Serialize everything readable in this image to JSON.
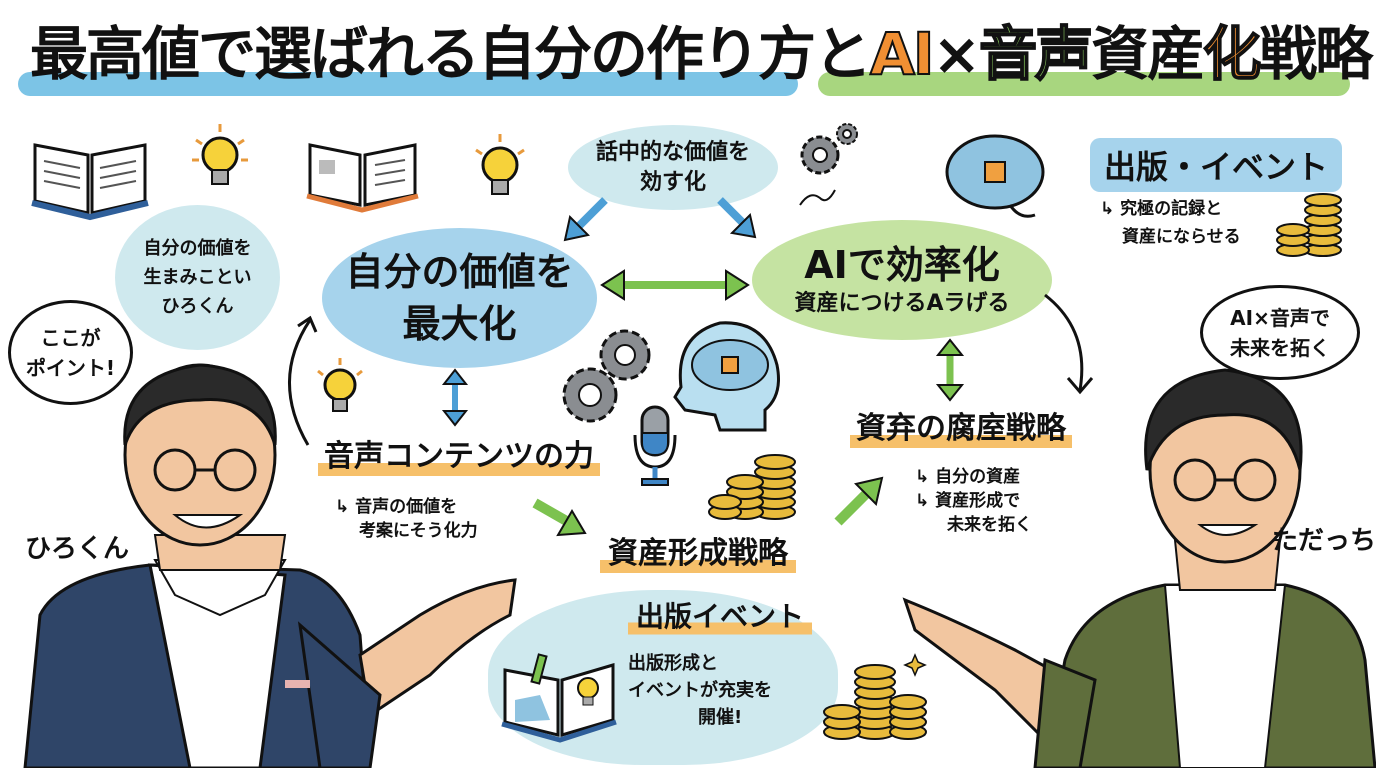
{
  "title": {
    "part1": "最高値で選ばれる自分の作り方と",
    "ai": "AI",
    "times": "×",
    "onsei": "音声",
    "shisan": "資産",
    "ka": "化",
    "senryaku": "戦略",
    "highlight_colors": {
      "blue": "#7cc4e6",
      "green": "#a8d67f",
      "orange": "#f08f33"
    }
  },
  "left_bubble": {
    "lines": [
      "自分の価値を",
      "生まみことい",
      "ひろくん"
    ]
  },
  "left_speech": {
    "lines": [
      "ここが",
      "ポイント!"
    ]
  },
  "top_center_bubble": {
    "lines": [
      "話中的な価値を",
      "効す化"
    ]
  },
  "main_left_bubble": {
    "lines": [
      "自分の価値を",
      "最大化"
    ]
  },
  "main_right_bubble": {
    "title": "AIで効率化",
    "subtitle": "資産につけるAラげる"
  },
  "top_right_label": {
    "title": "出版・イベント",
    "sub_lines": [
      "究極の記録と",
      "資産にならせる"
    ],
    "arrow": "↳"
  },
  "right_speech": {
    "lines": [
      "AI×音声で",
      "未来を拓く"
    ]
  },
  "voice_section": {
    "title": "音声コンテンツの力",
    "arrow": "↳",
    "sub_lines": [
      "音声の価値を",
      "考案にそう化力"
    ]
  },
  "asset_section": {
    "title": "資産形成戦略"
  },
  "right_strategy": {
    "title": "資弃の腐庢戦略",
    "items": [
      {
        "arrow": "↳",
        "text": "自分の資産"
      },
      {
        "arrow": "↳",
        "text": "資産形成で"
      },
      {
        "arrow": "",
        "text": "未来を拓く"
      }
    ]
  },
  "publish_event": {
    "title": "出版イベント",
    "lines": [
      "出版形成と",
      "イベントが充実を",
      "開催!"
    ]
  },
  "characters": {
    "left_name": "ひろくん",
    "right_name": "ただっち"
  },
  "colors": {
    "light_blue_bubble": "#cfe9ee",
    "blue_bubble": "#a6d3ec",
    "green_bubble": "#c5e3a2",
    "orange_highlight": "#f6c06a",
    "arrow_blue": "#4d9fd6",
    "arrow_green": "#7cc24f",
    "navy_suit": "#2f4568",
    "olive_jacket": "#5f6e3c",
    "gear_gray": "#8a8d91",
    "coin_gold": "#e8bb3c"
  }
}
